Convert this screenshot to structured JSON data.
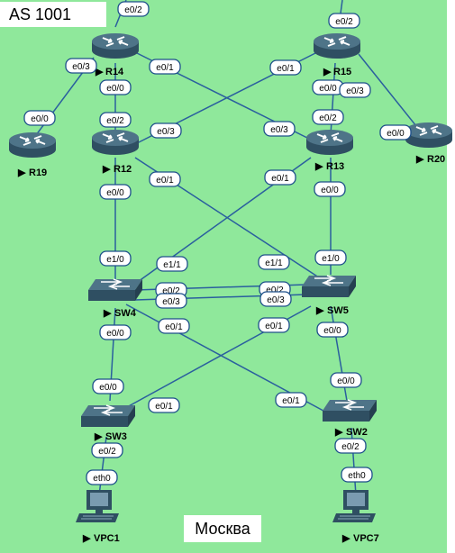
{
  "title": "AS 1001",
  "location": "Москва",
  "colors": {
    "background": "#8fe89b",
    "link": "#2a5f9e",
    "router": "#2f4f62",
    "switch": "#2f4f62"
  },
  "nodes": {
    "R14": "R14",
    "R15": "R15",
    "R12": "R12",
    "R13": "R13",
    "R19": "R19",
    "R20": "R20",
    "SW4": "SW4",
    "SW5": "SW5",
    "SW3": "SW3",
    "SW2": "SW2",
    "VPC1": "VPC1",
    "VPC7": "VPC7"
  },
  "ports": {
    "r14_top": "e0/2",
    "r14_e03": "e0/3",
    "r14_e01": "e0/1",
    "r14_e00": "e0/0",
    "r15_top": "e0/2",
    "r15_e01": "e0/1",
    "r15_e00": "e0/0",
    "r15_e03": "e0/3",
    "r19_e00": "e0/0",
    "r20_e00": "e0/0",
    "r12_e02": "e0/2",
    "r12_e03": "e0/3",
    "r12_e01": "e0/1",
    "r12_e00": "e0/0",
    "r13_e02": "e0/2",
    "r13_e03": "e0/3",
    "r13_e01": "e0/1",
    "r13_e00": "e0/0",
    "sw4_e10": "e1/0",
    "sw4_e11": "e1/1",
    "sw4_e02": "e0/2",
    "sw4_e03": "e0/3",
    "sw4_e01": "e0/1",
    "sw4_e00": "e0/0",
    "sw5_e11": "e1/1",
    "sw5_e10": "e1/0",
    "sw5_e02": "e0/2",
    "sw5_e03": "e0/3",
    "sw5_e01": "e0/1",
    "sw5_e00": "e0/0",
    "sw3_e00": "e0/0",
    "sw3_e01": "e0/1",
    "sw3_e02": "e0/2",
    "sw2_e00": "e0/0",
    "sw2_e01": "e0/1",
    "sw2_e02": "e0/2",
    "vpc1_eth0": "eth0",
    "vpc7_eth0": "eth0"
  }
}
